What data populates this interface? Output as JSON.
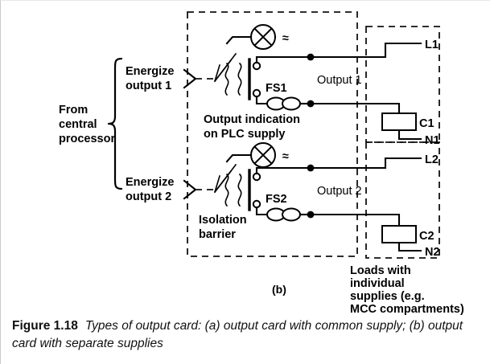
{
  "figure": {
    "number": "Figure 1.18",
    "caption": "Types of output card: (a) output card with common supply; (b) output card with separate supplies"
  },
  "diagram": {
    "part_label": "(b)",
    "source_label_line1": "From",
    "source_label_line2": "central",
    "source_label_line3": "processor",
    "signals": [
      {
        "line1": "Energize",
        "line2": "output 1"
      },
      {
        "line1": "Energize",
        "line2": "output 2"
      }
    ],
    "notes": {
      "output_indication_line1": "Output indication",
      "output_indication_line2": "on PLC supply",
      "isolation_line1": "Isolation",
      "isolation_line2": "barrier",
      "loads_line1": "Loads with",
      "loads_line2": "individual",
      "loads_line3": "supplies (e.g.",
      "loads_line4": "MCC compartments)"
    },
    "fuses": [
      {
        "label": "FS1"
      },
      {
        "label": "FS2"
      }
    ],
    "outputs": [
      {
        "label": "Output 1"
      },
      {
        "label": "Output 2"
      }
    ],
    "ac_symbol": "≈",
    "terminals": [
      {
        "label": "L1"
      },
      {
        "label": "C1"
      },
      {
        "label": "N1"
      },
      {
        "label": "L2"
      },
      {
        "label": "C2"
      },
      {
        "label": "N2"
      }
    ]
  },
  "colors": {
    "ink": "#000000",
    "page": "#ffffff"
  }
}
